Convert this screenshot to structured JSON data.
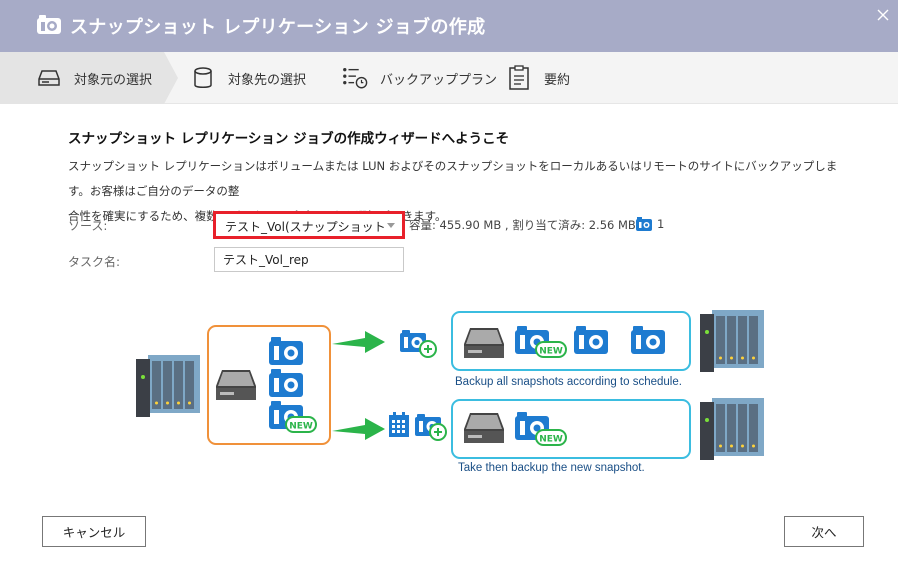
{
  "window": {
    "title": "スナップショット レプリケーション ジョブの作成",
    "title_icon": "snapshot-replication-icon",
    "close_icon": "close-icon"
  },
  "steps": [
    {
      "label": "対象元の選択",
      "icon": "nas-drive-icon",
      "active": true
    },
    {
      "label": "対象先の選択",
      "icon": "database-icon",
      "active": false
    },
    {
      "label": "バックアッププラン",
      "icon": "schedule-list-icon",
      "active": false
    },
    {
      "label": "要約",
      "icon": "summary-clipboard-icon",
      "active": false
    }
  ],
  "content": {
    "heading": "スナップショット レプリケーション ジョブの作成ウィザードへようこそ",
    "description_line1": "スナップショット レプリケーションはボリュームまたは LUN およびそのスナップショットをローカルあるいはリモートのサイトにバックアップします。お客様はご自分のデータの整",
    "description_line2": "合性を確実にするため、複数のバックアッププランから選択ができます。"
  },
  "form": {
    "source_label": "ソース:",
    "source_value": "テスト_Vol(スナップショット共有フ:",
    "capacity_text": "容量: 455.90 MB , 割り当て済み: 2.56 MB ,",
    "snapshot_count": "1",
    "task_label": "タスク名:",
    "task_value": "テスト_Vol_rep"
  },
  "diagram": {
    "caption_top": "Backup all snapshots according to schedule.",
    "caption_bottom": "Take then backup the new snapshot.",
    "new_badge": "NEW",
    "colors": {
      "orange": "#f0913a",
      "cyan": "#3bbde0",
      "blue": "#1e7bd0",
      "green": "#2bb44a"
    }
  },
  "buttons": {
    "cancel": "キャンセル",
    "next": "次へ"
  },
  "colors": {
    "titlebar": "#a7abc7",
    "highlight_border": "#e8202a"
  }
}
